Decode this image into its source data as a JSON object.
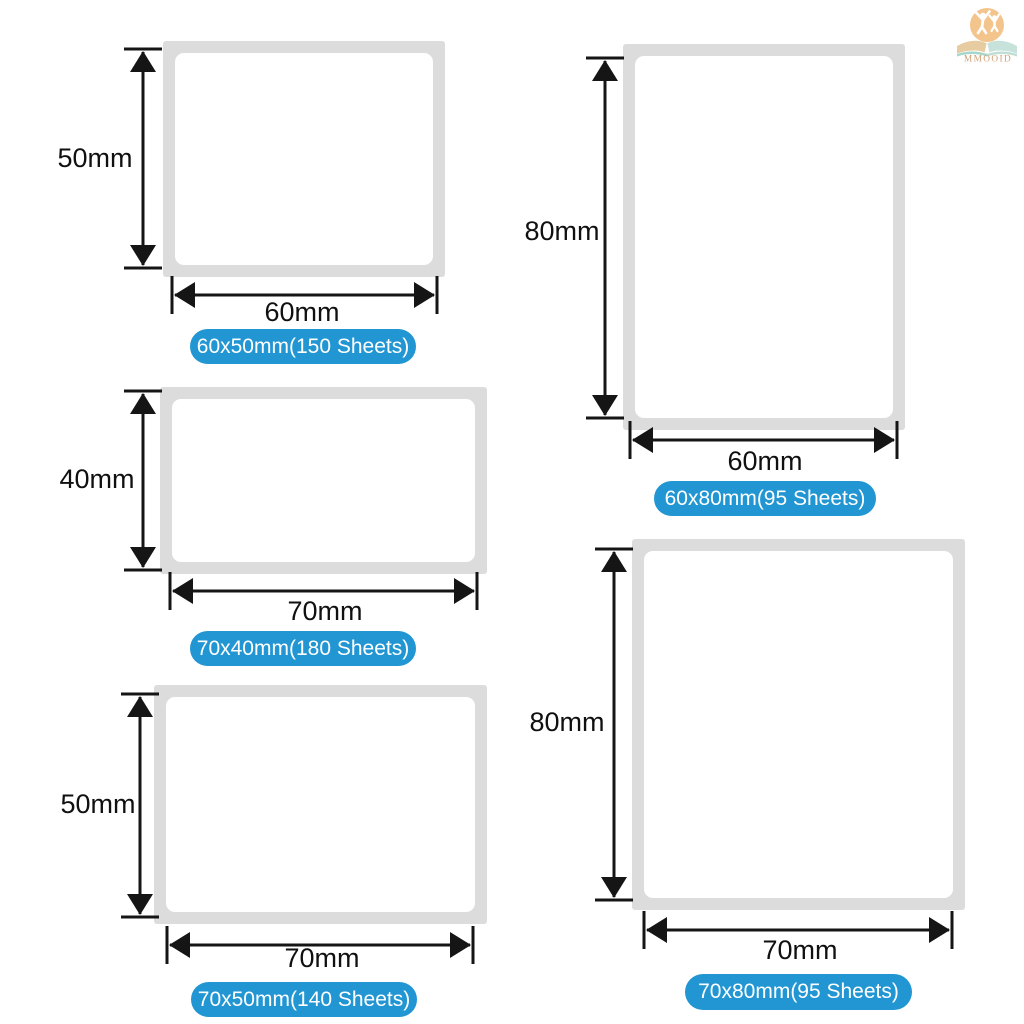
{
  "logo": {
    "brand": "MMOOID"
  },
  "colors": {
    "badge_blue": "#2196d3",
    "sheet_frame": "#dcdcdc",
    "ink": "#151515",
    "logo_sun": "#f3c48c",
    "logo_text": "#cf9e71"
  },
  "cards": [
    {
      "id": "60x50",
      "height_label": "50mm",
      "width_label": "60mm",
      "badge": "60x50mm(150 Sheets)"
    },
    {
      "id": "70x40",
      "height_label": "40mm",
      "width_label": "70mm",
      "badge": "70x40mm(180 Sheets)"
    },
    {
      "id": "70x50",
      "height_label": "50mm",
      "width_label": "70mm",
      "badge": "70x50mm(140 Sheets)"
    },
    {
      "id": "60x80",
      "height_label": "80mm",
      "width_label": "60mm",
      "badge": "60x80mm(95 Sheets)"
    },
    {
      "id": "70x80",
      "height_label": "80mm",
      "width_label": "70mm",
      "badge": "70x80mm(95 Sheets)"
    }
  ]
}
